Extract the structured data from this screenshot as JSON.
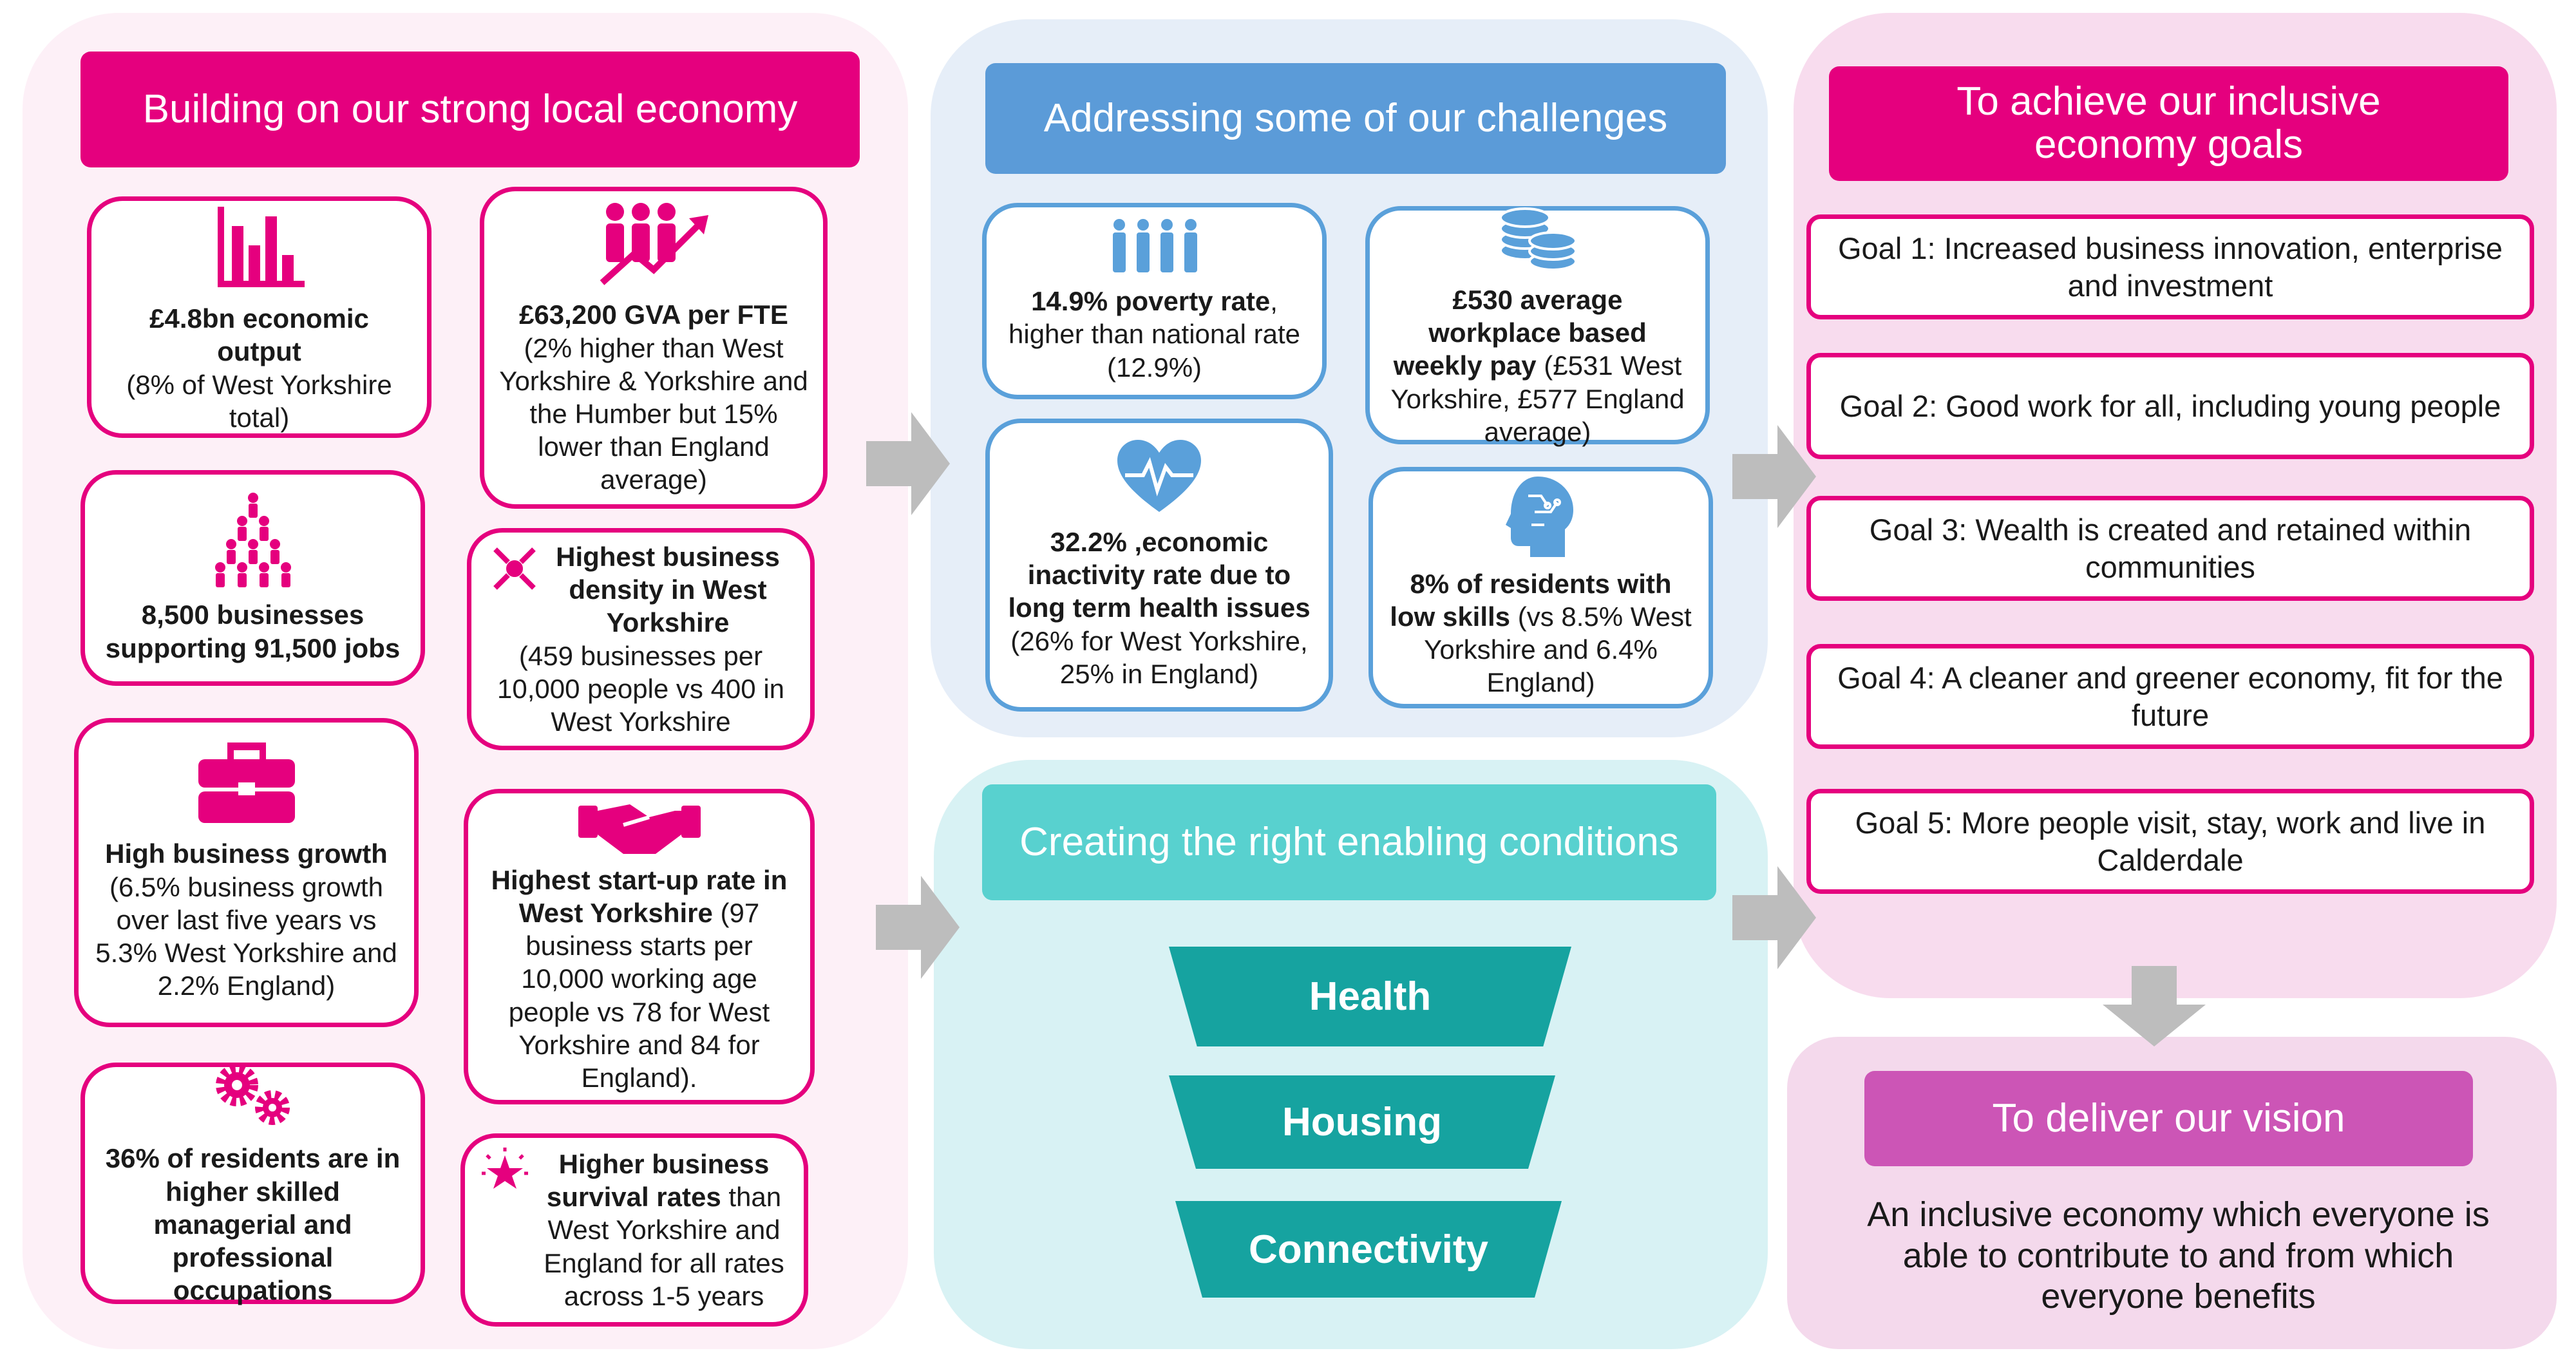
{
  "colors": {
    "magenta": "#e5007e",
    "blue_header": "#5b9bd8",
    "blue_border": "#5aa0da",
    "teal_header": "#58d1cf",
    "teal": "#16a3a0",
    "vision_header": "#cc55b6",
    "pink_panel": "#fdf0f7",
    "blue_panel": "#e6eef8",
    "teal_panel": "#d8f2f4",
    "vision_panel": "#f4d9ec",
    "arrow_grey": "#bdbdbd"
  },
  "strengths": {
    "title": "Building on our strong local economy",
    "cards": [
      {
        "icon": "bar-chart-icon",
        "bold": "£4.8bn economic output",
        "text": "(8% of West Yorkshire total)"
      },
      {
        "icon": "people-growth-icon",
        "bold": "£63,200 GVA per FTE",
        "text": "(2% higher than West Yorkshire & Yorkshire and the Humber but 15% lower than England average)"
      },
      {
        "icon": "people-pyramid-icon",
        "bold": "8,500 businesses supporting 91,500 jobs",
        "text": ""
      },
      {
        "icon": "density-icon",
        "bold": "Highest business density in West Yorkshire",
        "text": "(459 businesses per 10,000 people vs 400 in West Yorkshire"
      },
      {
        "icon": "briefcase-icon",
        "bold": "High business growth",
        "text": "(6.5% business growth over last five years vs 5.3% West Yorkshire and 2.2% England)"
      },
      {
        "icon": "handshake-icon",
        "bold": "Highest start-up rate in West Yorkshire",
        "text": "(97 business starts per 10,000 working age people vs 78 for West Yorkshire and 84 for England)."
      },
      {
        "icon": "gears-icon",
        "bold": "36% of residents are in higher skilled managerial and professional occupations",
        "text": ""
      },
      {
        "icon": "star-icon",
        "bold": "Higher business survival rates",
        "text": "than West Yorkshire and England for all rates across 1-5 years"
      }
    ]
  },
  "challenges": {
    "title": "Addressing some of our challenges",
    "cards": [
      {
        "icon": "family-icon",
        "bold": "14.9% poverty rate",
        "text": ", higher than national rate (12.9%)"
      },
      {
        "icon": "coins-icon",
        "bold": "£530 average workplace based weekly pay",
        "text": "(£531 West Yorkshire, £577 England average)"
      },
      {
        "icon": "heart-rate-icon",
        "bold": "32.2% ,economic inactivity rate due to long term health issues",
        "text": "(26% for West Yorkshire, 25% in England)"
      },
      {
        "icon": "head-brain-icon",
        "bold": "8% of residents with low skills",
        "text": "(vs 8.5% West Yorkshire and 6.4% England)"
      }
    ]
  },
  "enabling": {
    "title": "Creating the right enabling conditions",
    "items": [
      "Health",
      "Housing",
      "Connectivity"
    ]
  },
  "goals": {
    "title": "To achieve our inclusive economy goals",
    "items": [
      "Goal 1: Increased business innovation, enterprise and investment",
      "Goal 2: Good work for all, including young people",
      "Goal 3: Wealth is created and retained within communities",
      "Goal 4: A cleaner and greener economy, fit for the future",
      "Goal 5: More people visit, stay, work and live in Calderdale"
    ]
  },
  "vision": {
    "title": "To deliver our vision",
    "text": "An inclusive economy which everyone is able to contribute to and from which everyone benefits"
  }
}
